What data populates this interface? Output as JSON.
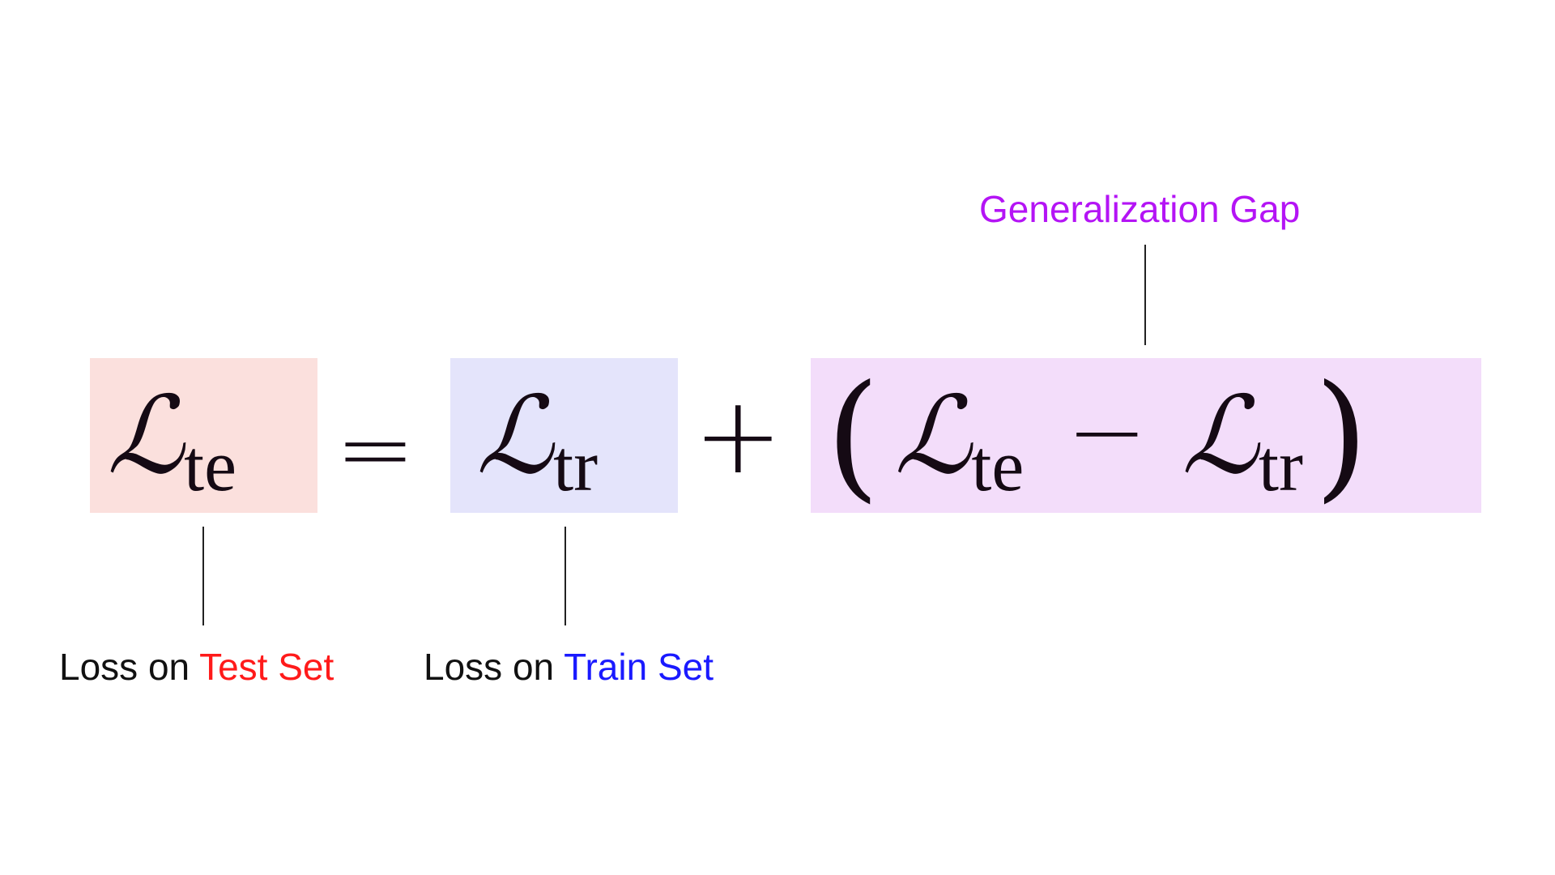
{
  "equation": {
    "test_loss": {
      "symbol": "ℒ",
      "subscript": "te"
    },
    "equals": "=",
    "train_loss": {
      "symbol": "ℒ",
      "subscript": "tr"
    },
    "plus": "+",
    "gap": {
      "open_paren": "(",
      "first": {
        "symbol": "ℒ",
        "subscript": "te"
      },
      "minus": "−",
      "second": {
        "symbol": "ℒ",
        "subscript": "tr"
      },
      "close_paren": ")"
    }
  },
  "labels": {
    "test": {
      "prefix": "Loss on ",
      "highlight": "Test Set"
    },
    "train": {
      "prefix": "Loss on ",
      "highlight": "Train Set"
    },
    "gap": "Generalization Gap"
  },
  "colors": {
    "test_box": "#fbe0dd",
    "train_box": "#e4e4fb",
    "gap_box": "#f3ddfa",
    "test_text": "#ff1a1a",
    "train_text": "#1a1aff",
    "gap_text": "#b414f5"
  }
}
